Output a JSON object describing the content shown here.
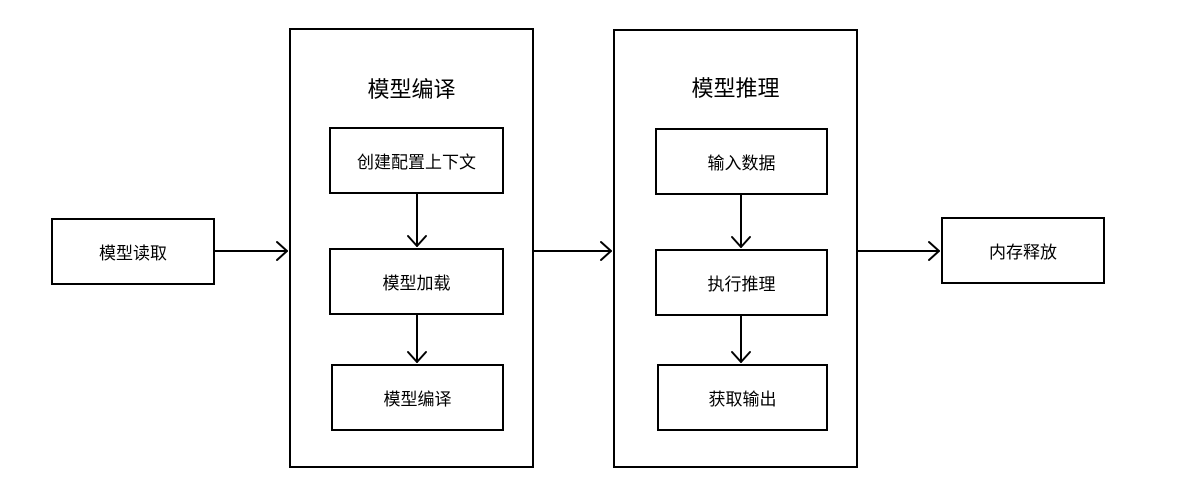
{
  "nodes": {
    "read": "模型读取",
    "compile_group_title": "模型编译",
    "create_context": "创建配置上下文",
    "load": "模型加载",
    "compile": "模型编译",
    "infer_group_title": "模型推理",
    "input": "输入数据",
    "execute": "执行推理",
    "output": "获取输出",
    "release": "内存释放"
  }
}
